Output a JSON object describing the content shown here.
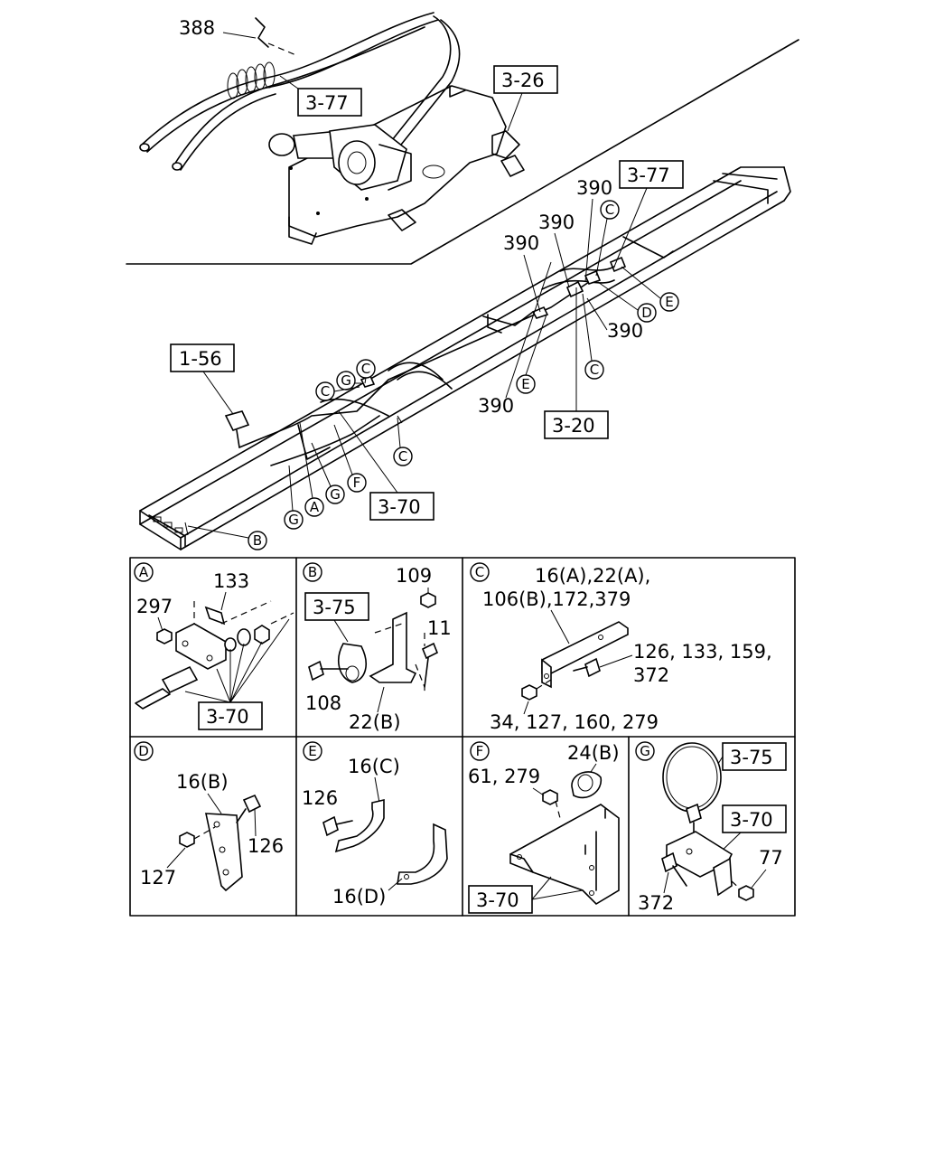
{
  "top_labels": {
    "n388": "388",
    "ref_3_77_a": "3-77",
    "ref_3_26": "3-26",
    "ref_3_77_b": "3-77",
    "n390_a": "390",
    "n390_b": "390",
    "n390_c": "390",
    "n390_d": "390",
    "n390_e": "390",
    "ref_1_56": "1-56",
    "ref_3_20": "3-20",
    "ref_3_70": "3-70"
  },
  "callouts": {
    "A": "A",
    "B": "B",
    "C": "C",
    "D": "D",
    "E": "E",
    "F": "F",
    "G": "G"
  },
  "detail_a": {
    "n133": "133",
    "n297": "297",
    "ref": "3-70"
  },
  "detail_b": {
    "n109": "109",
    "ref": "3-75",
    "n11": "11",
    "n108": "108",
    "n22b": "22(B)"
  },
  "detail_c": {
    "line1": "16(A),22(A),",
    "line2": "106(B),172,379",
    "line3": "126, 133, 159,",
    "line4": "372",
    "line5": "34, 127, 160, 279"
  },
  "detail_d": {
    "n16b": "16(B)",
    "n126": "126",
    "n127": "127"
  },
  "detail_e": {
    "n16c": "16(C)",
    "n126": "126",
    "n16d": "16(D)"
  },
  "detail_f": {
    "n24b": "24(B)",
    "n61": "61, 279",
    "ref": "3-70"
  },
  "detail_g": {
    "ref_75": "3-75",
    "ref_70": "3-70",
    "n77": "77",
    "n372": "372"
  }
}
